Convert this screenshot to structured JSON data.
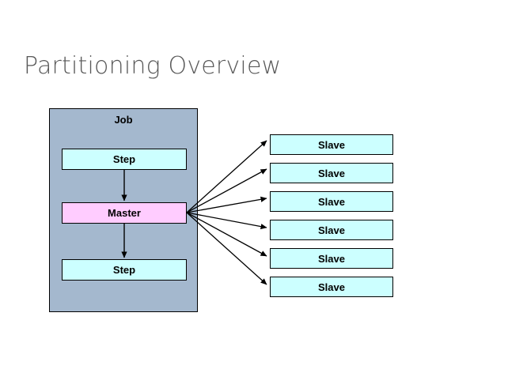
{
  "slide": {
    "title": "Partitioning Overview",
    "title_color": "#595959",
    "background": "#ffffff"
  },
  "colors": {
    "job_container": "#a4b8ce",
    "step_fill": "#ccffff",
    "master_fill": "#ffccff",
    "slave_fill": "#ccffff",
    "border": "#000000",
    "arrow": "#000000"
  },
  "job": {
    "label": "Job",
    "nodes": [
      {
        "id": "step-top",
        "label": "Step",
        "fill": "#ccffff"
      },
      {
        "id": "master",
        "label": "Master",
        "fill": "#ffccff"
      },
      {
        "id": "step-bottom",
        "label": "Step",
        "fill": "#ccffff"
      }
    ]
  },
  "slaves": {
    "count": 6,
    "items": [
      {
        "label": "Slave"
      },
      {
        "label": "Slave"
      },
      {
        "label": "Slave"
      },
      {
        "label": "Slave"
      },
      {
        "label": "Slave"
      },
      {
        "label": "Slave"
      }
    ]
  },
  "connections": {
    "vertical": [
      {
        "from": "step-top",
        "to": "master"
      },
      {
        "from": "master",
        "to": "step-bottom"
      }
    ],
    "fanout": {
      "from": "master",
      "to": [
        "slave-1",
        "slave-2",
        "slave-3",
        "slave-4",
        "slave-5",
        "slave-6"
      ]
    }
  }
}
